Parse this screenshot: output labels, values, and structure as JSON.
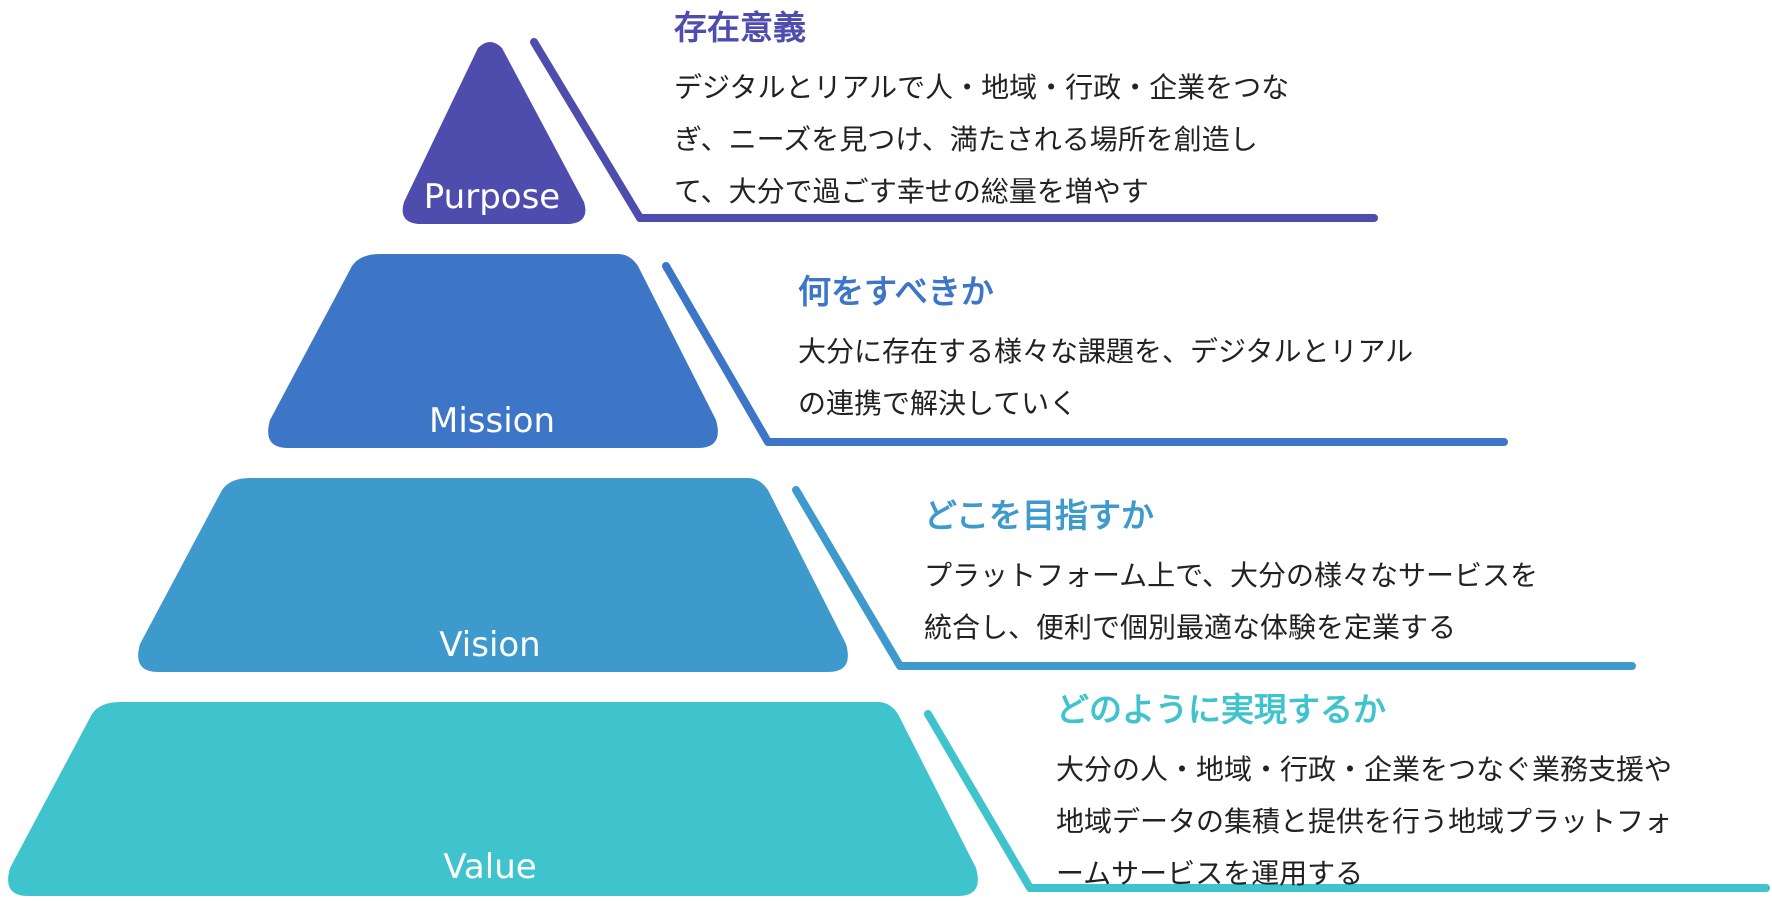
{
  "colors": {
    "purpose": "#4E4DAE",
    "mission": "#3D76C6",
    "vision": "#3E9ACD",
    "value": "#3FC3CD",
    "body_text": "#222222"
  },
  "tiers": [
    {
      "label": "Purpose",
      "heading": "存在意義",
      "lines": [
        "デジタルとリアルで人・地域・行政・企業をつな",
        "ぎ、ニーズを見つけ、満たされる場所を創造し",
        "て、大分で過ごす幸せの総量を増やす"
      ]
    },
    {
      "label": "Mission",
      "heading": "何をすべきか",
      "lines": [
        "大分に存在する様々な課題を、デジタルとリアル",
        "の連携で解決していく"
      ]
    },
    {
      "label": "Vision",
      "heading": "どこを目指すか",
      "lines": [
        "プラットフォーム上で、大分の様々なサービスを",
        "統合し、便利で個別最適な体験を定業する"
      ]
    },
    {
      "label": "Value",
      "heading": "どのように実現するか",
      "lines": [
        "大分の人・地域・行政・企業をつなぐ業務支援や",
        "地域データの集積と提供を行う地域プラットフォ",
        "ームサービスを運用する"
      ]
    }
  ]
}
